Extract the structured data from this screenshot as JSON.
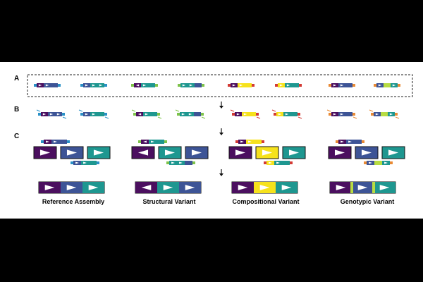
{
  "row_labels": [
    "A",
    "B",
    "C"
  ],
  "variant_names": [
    "Reference Assembly",
    "Structural Variant",
    "Compositional Variant",
    "Genotypic Variant"
  ],
  "colors": {
    "purple": "#4b0f5f",
    "blue": "#3d5496",
    "teal": "#1e9790",
    "cyan": "#2a91c7",
    "green": "#7ec34a",
    "red": "#d33a34",
    "yellow": "#f6e21c",
    "orange": "#e98a34",
    "lime": "#b7dc43"
  },
  "icons": {
    "block": "arrow-block-icon",
    "flow_arrow": "down-arrow-icon"
  }
}
